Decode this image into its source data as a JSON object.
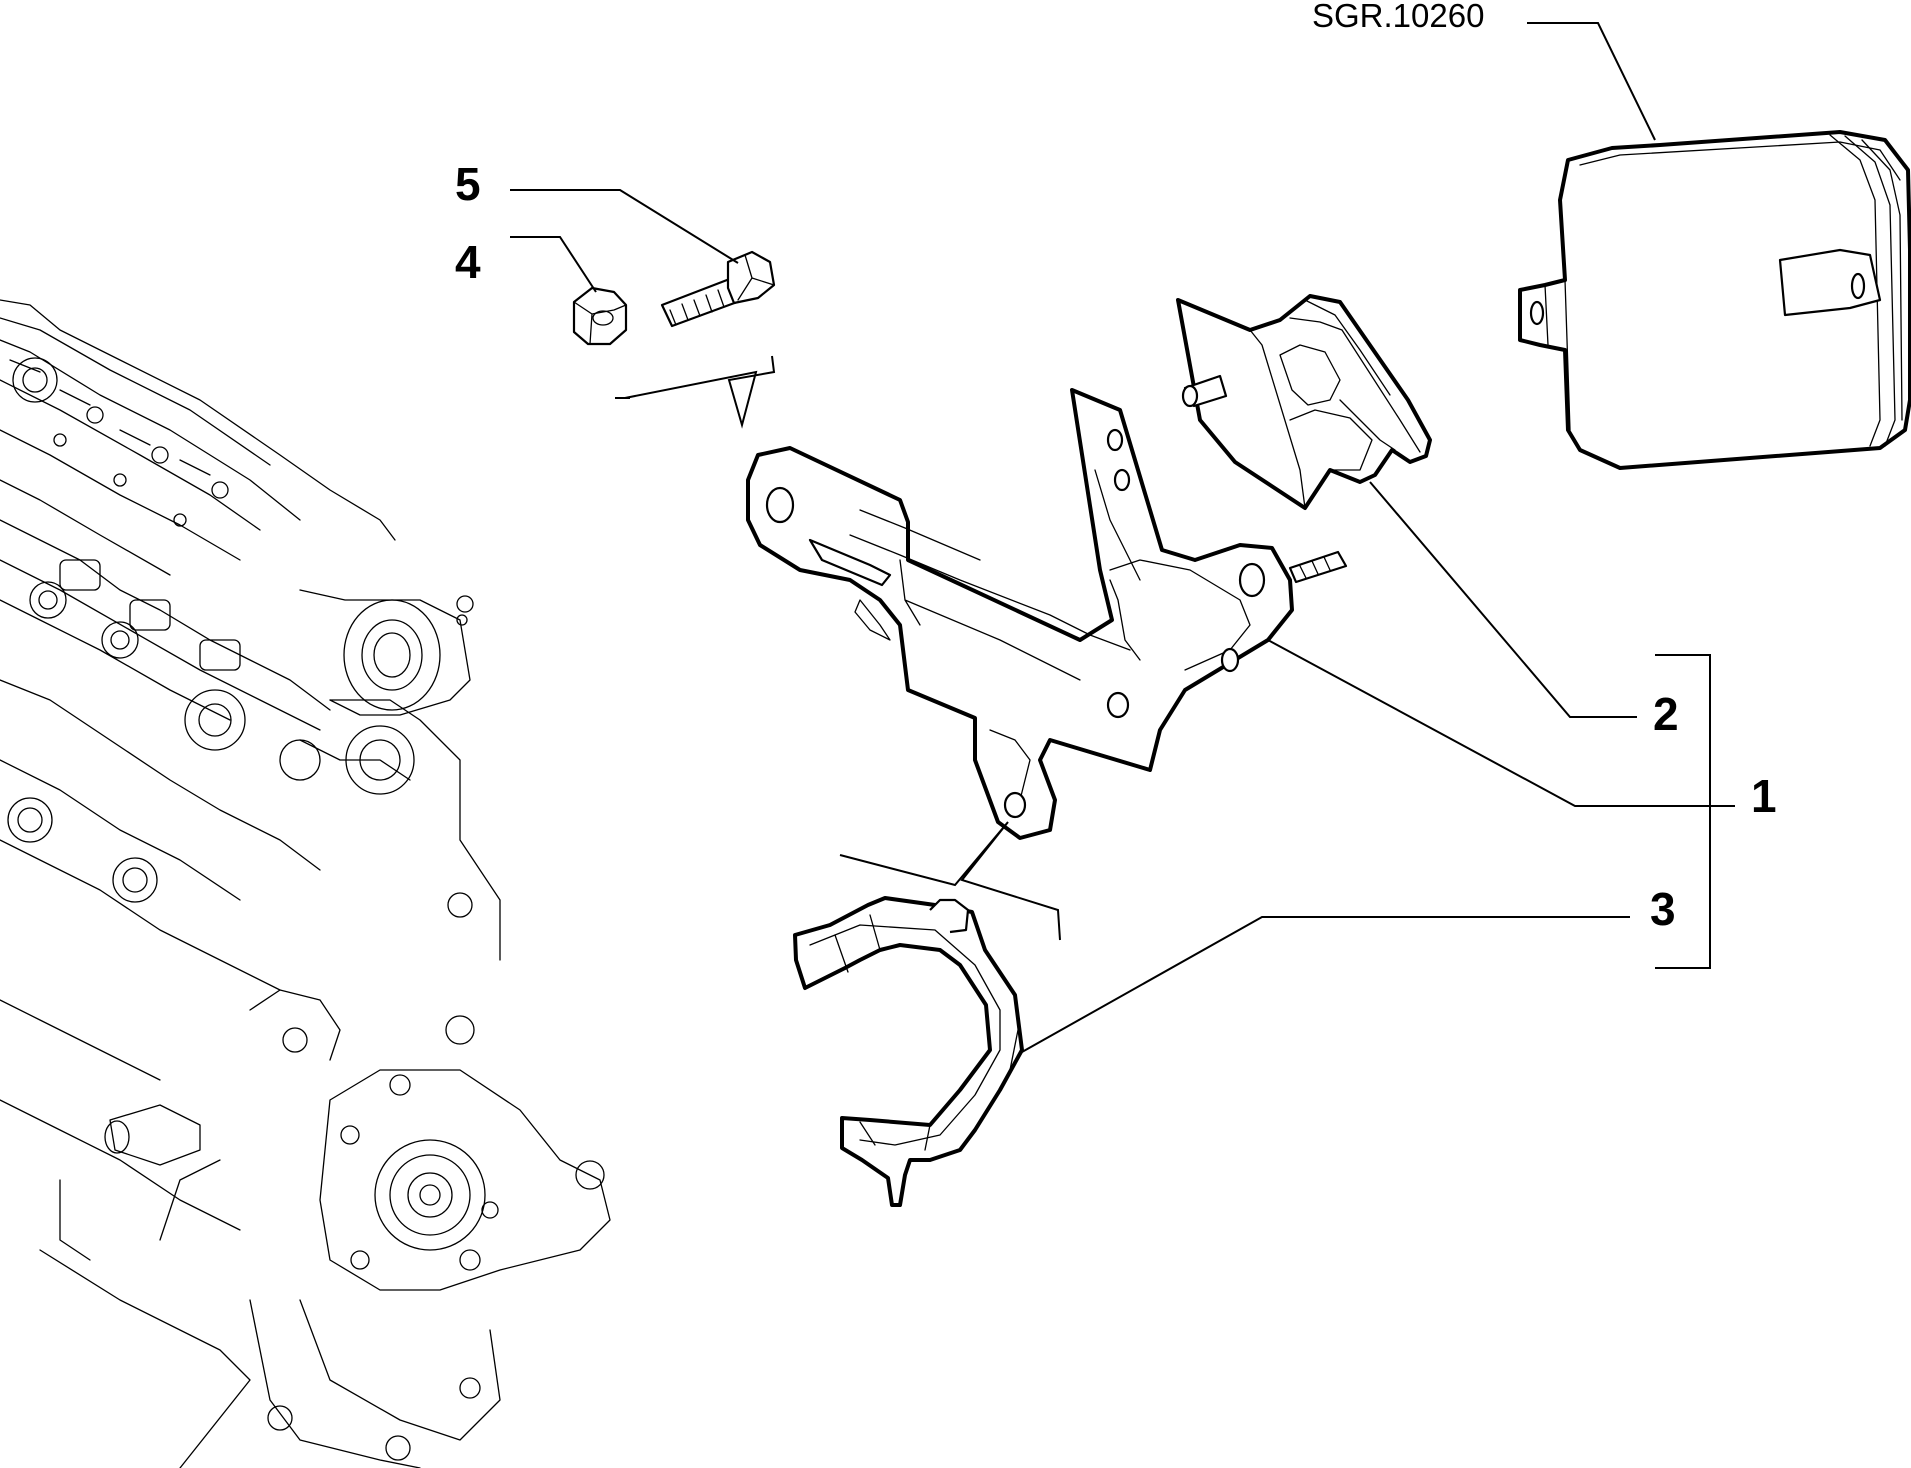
{
  "reference_code": "SGR.10260",
  "callouts": [
    {
      "id": "callout-5",
      "label": "5"
    },
    {
      "id": "callout-4",
      "label": "4"
    },
    {
      "id": "callout-2",
      "label": "2"
    },
    {
      "id": "callout-1",
      "label": "1"
    },
    {
      "id": "callout-3",
      "label": "3"
    }
  ]
}
